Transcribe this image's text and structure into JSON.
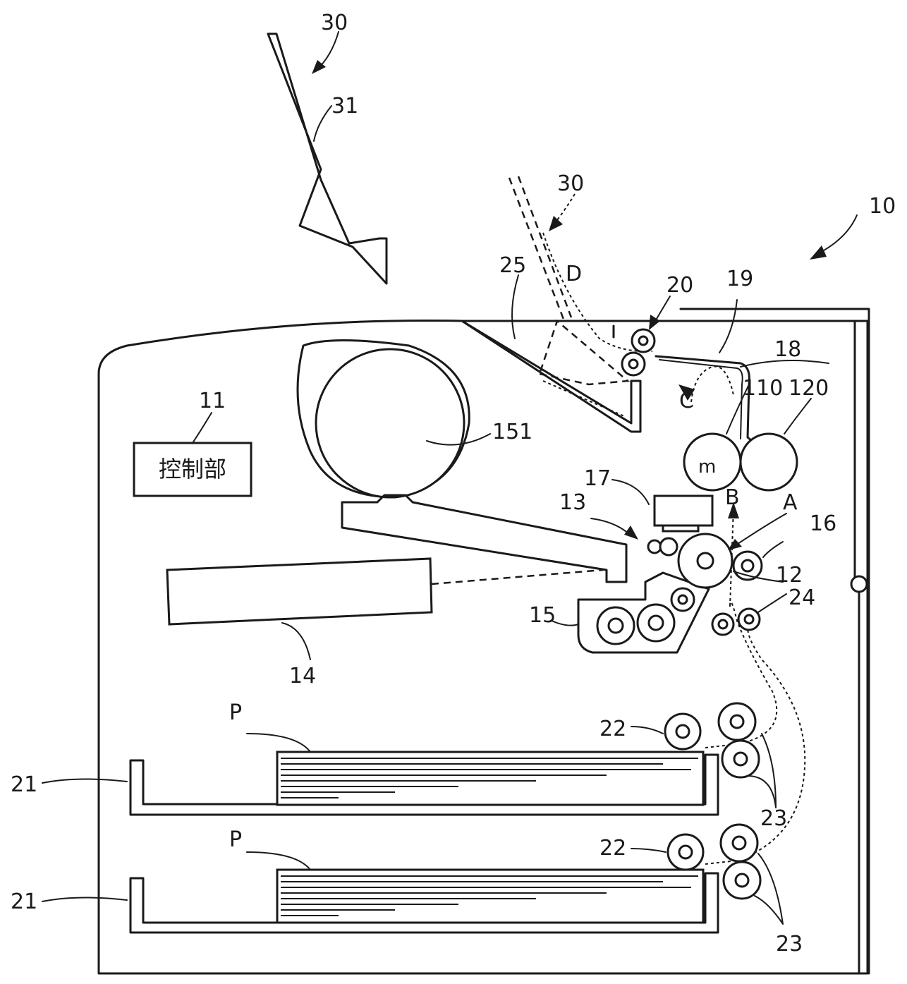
{
  "diagram": {
    "controller_box_text": "控制部",
    "labels": {
      "l30_top": "30",
      "l31": "31",
      "l30_mid": "30",
      "l10": "10",
      "l25": "25",
      "lD": "D",
      "l20": "20",
      "l19": "19",
      "l18": "18",
      "l110": "110",
      "l120": "120",
      "lC": "C",
      "l11": "11",
      "l151": "151",
      "l17": "17",
      "l13": "13",
      "lB": "B",
      "lA": "A",
      "l16": "16",
      "l12": "12",
      "l24": "24",
      "l15": "15",
      "l14": "14",
      "lP1": "P",
      "l22a": "22",
      "l21a": "21",
      "l23a": "23",
      "lP2": "P",
      "l22b": "22",
      "l21b": "21",
      "l23b": "23"
    }
  }
}
